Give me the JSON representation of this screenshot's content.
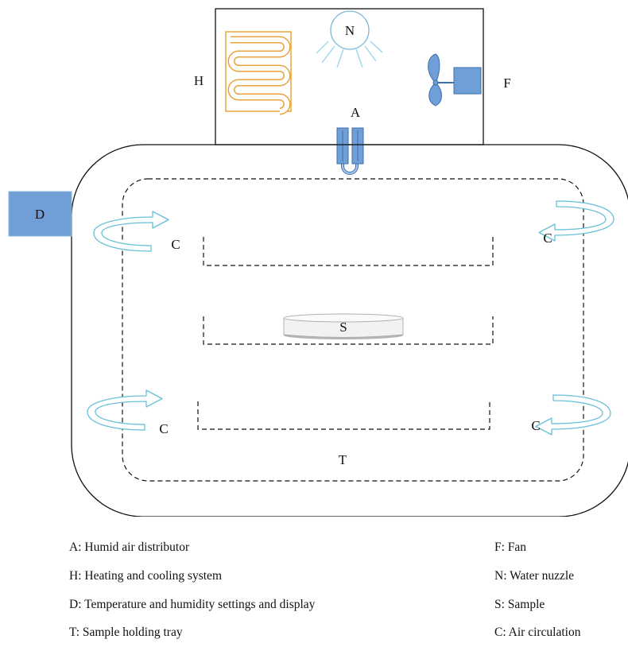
{
  "labels": {
    "N": "N",
    "H": "H",
    "F": "F",
    "A": "A",
    "D": "D",
    "S": "S",
    "T": "T",
    "C": "C"
  },
  "legend": {
    "a": "A: Humid air distributor",
    "h": "H: Heating and cooling system",
    "d": "D: Temperature and humidity settings and display",
    "t": "T: Sample holding tray",
    "f": "F: Fan",
    "n": "N: Water nuzzle",
    "s": "S: Sample",
    "c": "C: Air circulation"
  },
  "colors": {
    "heater": "#e8a33b",
    "arrow": "#66c0d8",
    "blue_fill": "#6f9fd6",
    "blue_stroke": "#3f6fae",
    "nozzle_rays": "#8fd3e8",
    "sample_top": "#f2f2f2",
    "sample_base": "#b5b5b5"
  }
}
